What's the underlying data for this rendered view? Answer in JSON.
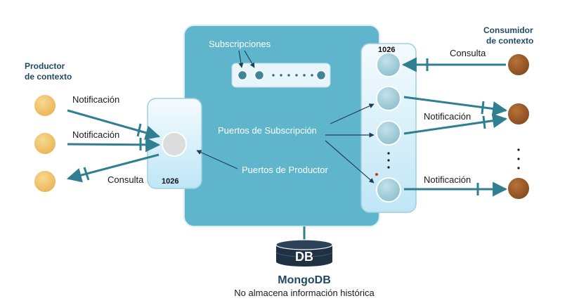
{
  "producer": {
    "title_line1": "Productor",
    "title_line2": "de contexto"
  },
  "consumer": {
    "title_line1": "Consumidor",
    "title_line2": "de contexto"
  },
  "labels": {
    "notificacion": "Notificación",
    "consulta": "Consulta",
    "subscripciones": "Subscripciones",
    "puertos_subscripcion": "Puertos de Subscripción",
    "puertos_productor": "Puertos de Productor",
    "port_number": "1026"
  },
  "database": {
    "icon_text": "DB",
    "name": "MongoDB",
    "note": "No almacena información histórica"
  },
  "colors": {
    "producer_node": "#f2c46a",
    "consumer_node": "#9a5a28",
    "broker_fill": "#5fb6cc",
    "arrow": "#2f7f91",
    "title_text": "#1f4a66"
  }
}
